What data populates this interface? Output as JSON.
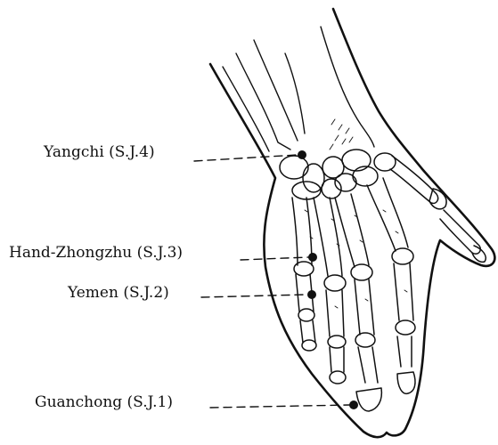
{
  "points": [
    {
      "id": "yangchi",
      "label": "Yangchi (S.J.4)"
    },
    {
      "id": "zhongzhu",
      "label": "Hand-Zhongzhu (S.J.3)"
    },
    {
      "id": "yemen",
      "label": "Yemen (S.J.2)"
    },
    {
      "id": "guanchong",
      "label": "Guanchong (S.J.1)"
    }
  ],
  "colors": {
    "ink": "#111111",
    "background": "#ffffff"
  }
}
